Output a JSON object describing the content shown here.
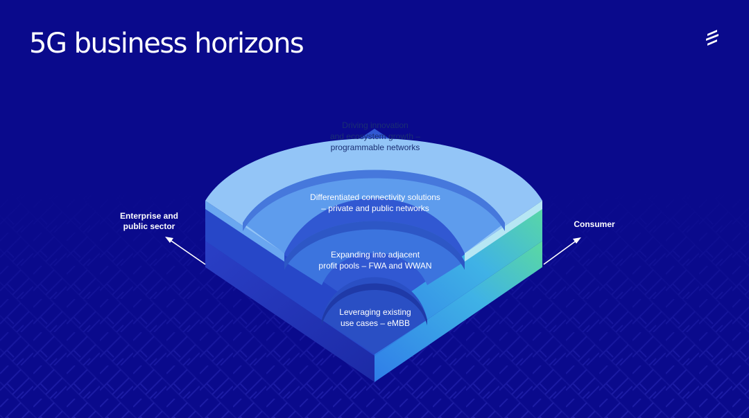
{
  "slide": {
    "title": "5G business horizons",
    "logo_icon": "ericsson-logo-icon"
  },
  "axes": {
    "left_label_lines": [
      "Enterprise and",
      "public sector"
    ],
    "right_label": "Consumer"
  },
  "horizons": [
    {
      "lines": [
        "Driving innovation",
        "and ecosystem growth –",
        "programmable networks"
      ]
    },
    {
      "lines": [
        "Differentiated connectivity solutions",
        "– private and public networks"
      ]
    },
    {
      "lines": [
        "Expanding into adjacent",
        "profit pools – FWA and WWAN"
      ]
    },
    {
      "lines": [
        "Leveraging existing",
        "use cases – eMBB"
      ]
    }
  ],
  "colors": {
    "background": "#0a0a8c",
    "ring_outer": "#93c5f7",
    "ring_second": "#5a9cec",
    "ring_third": "#3c74de",
    "ring_inner": "#2a4fc4",
    "side_accent": "#55d6a0"
  }
}
